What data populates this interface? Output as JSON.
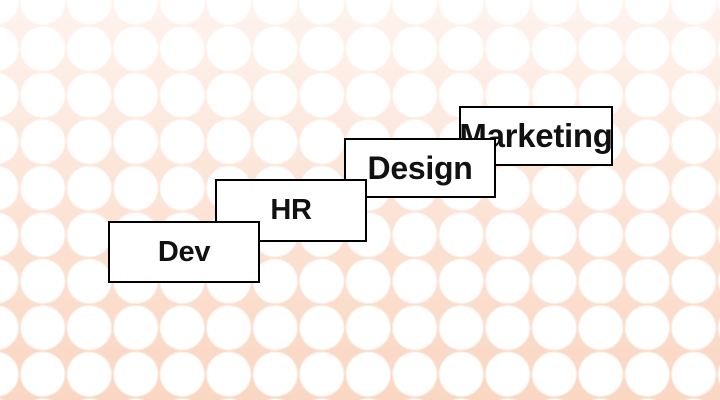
{
  "cards": [
    {
      "id": "dev",
      "label": "Dev"
    },
    {
      "id": "hr",
      "label": "HR"
    },
    {
      "id": "design",
      "label": "Design"
    },
    {
      "id": "marketing",
      "label": "Marketing"
    }
  ],
  "colors": {
    "background_gradient_top": "#fef3ee",
    "background_gradient_bottom": "#fad7c2",
    "pattern_circle": "#ffffff",
    "card_background": "#ffffff",
    "card_border": "#000000",
    "card_text": "#111111"
  }
}
